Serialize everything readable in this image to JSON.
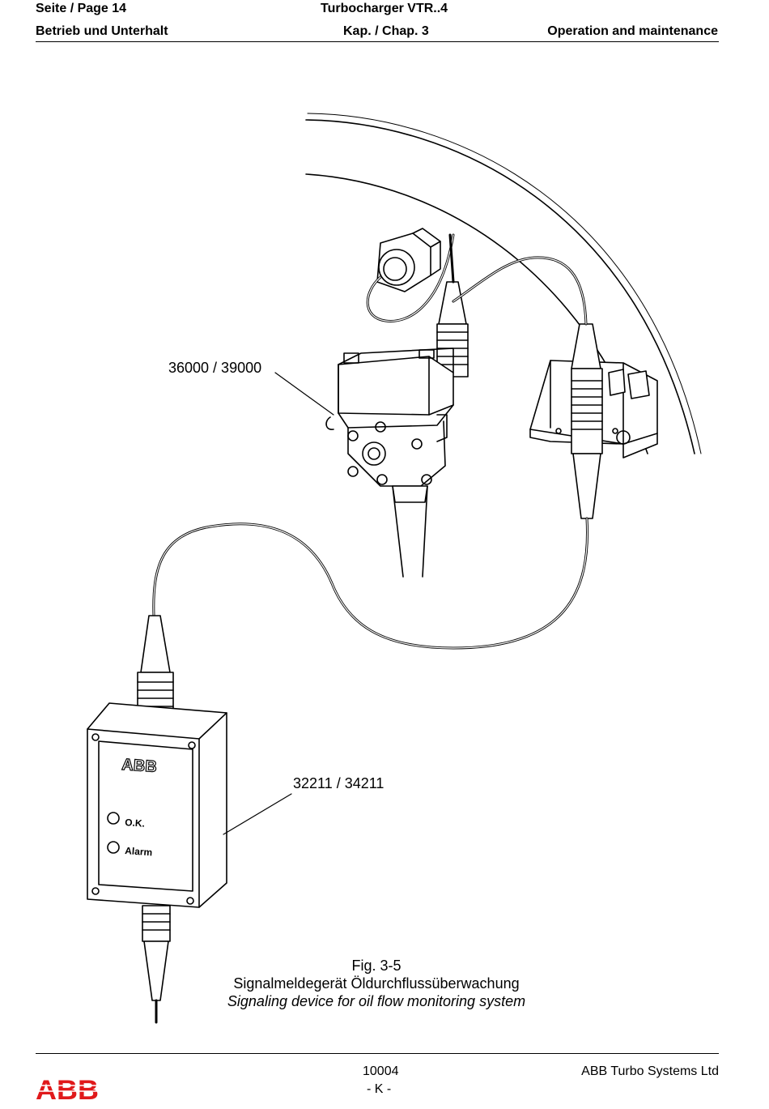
{
  "header": {
    "page_label": "Seite / Page  14",
    "product": "Turbocharger VTR..4",
    "section_de": "Betrieb und Unterhalt",
    "chapter": "Kap. / Chap. 3",
    "section_en": "Operation and maintenance"
  },
  "figure": {
    "callout_valve": "36000 / 39000",
    "callout_device": "32211 / 34211",
    "device_brand": "ABB",
    "indicator_ok": "O.K.",
    "indicator_alarm": "Alarm",
    "number": "Fig. 3-5",
    "title_de": "Signalmeldegerät Öldurchflussüberwachung",
    "title_en": "Signaling device for oil flow monitoring system"
  },
  "footer": {
    "logo_text": "ABB",
    "doc_number": "10004",
    "revision": "- K -",
    "company": "ABB Turbo Systems Ltd"
  }
}
